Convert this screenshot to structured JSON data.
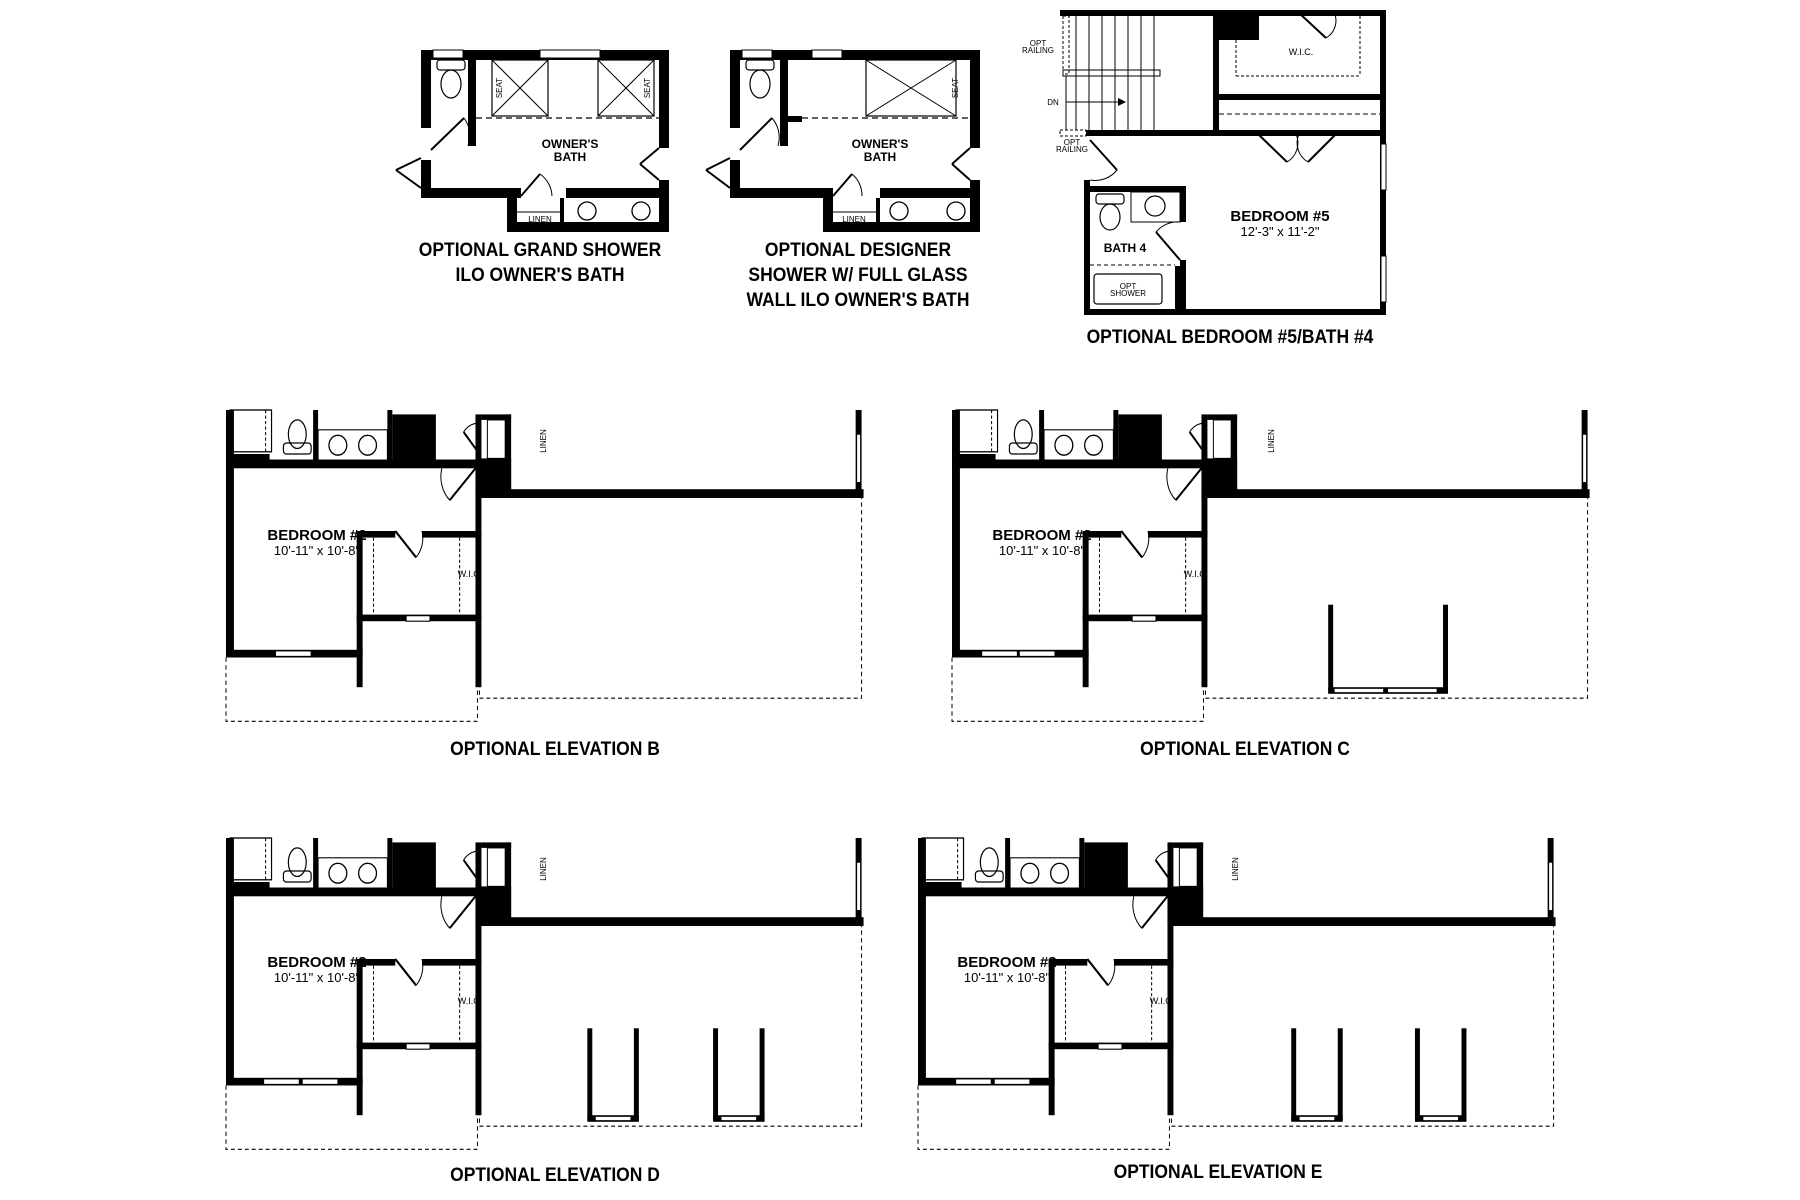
{
  "page": {
    "background": "#ffffff",
    "ink": "#000000"
  },
  "top_options": {
    "grand_shower": {
      "caption_line1": "OPTIONAL GRAND SHOWER",
      "caption_line2": "ILO OWNER'S BATH",
      "room_line1": "OWNER'S",
      "room_line2": "BATH",
      "seat_left": "SEAT",
      "seat_right": "SEAT",
      "linen": "LINEN"
    },
    "designer_shower": {
      "caption_line1": "OPTIONAL DESIGNER",
      "caption_line2": "SHOWER W/ FULL GLASS",
      "caption_line3": "WALL ILO OWNER'S BATH",
      "room_line1": "OWNER'S",
      "room_line2": "BATH",
      "seat": "SEAT",
      "linen": "LINEN"
    },
    "bedroom5": {
      "caption": "OPTIONAL BEDROOM #5/BATH #4",
      "room_name": "BEDROOM #5",
      "room_dims": "12'-3\" x 11'-2\"",
      "bath_name": "BATH 4",
      "shower_line1": "OPT",
      "shower_line2": "SHOWER",
      "wic": "W.I.C.",
      "railing_top_line1": "OPT",
      "railing_top_line2": "RAILING",
      "railing_bottom_line1": "OPT",
      "railing_bottom_line2": "RAILING",
      "stair_dir": "DN"
    }
  },
  "elevations": [
    {
      "id": "B",
      "caption": "OPTIONAL ELEVATION B",
      "room_name": "BEDROOM #2",
      "room_dims": "10'-11\" x 10'-8\"",
      "wic": "W.I.C.",
      "linen": "LINEN",
      "bump_outs": 0
    },
    {
      "id": "C",
      "caption": "OPTIONAL ELEVATION C",
      "room_name": "BEDROOM #2",
      "room_dims": "10'-11\" x 10'-8\"",
      "wic": "W.I.C.",
      "linen": "LINEN",
      "bump_outs": 1
    },
    {
      "id": "D",
      "caption": "OPTIONAL ELEVATION D",
      "room_name": "BEDROOM #2",
      "room_dims": "10'-11\" x 10'-8\"",
      "wic": "W.I.C.",
      "linen": "LINEN",
      "bump_outs": 2
    },
    {
      "id": "E",
      "caption": "OPTIONAL ELEVATION E",
      "room_name": "BEDROOM #2",
      "room_dims": "10'-11\" x 10'-8\"",
      "wic": "W.I.C.",
      "linen": "LINEN",
      "bump_outs": 2
    }
  ]
}
